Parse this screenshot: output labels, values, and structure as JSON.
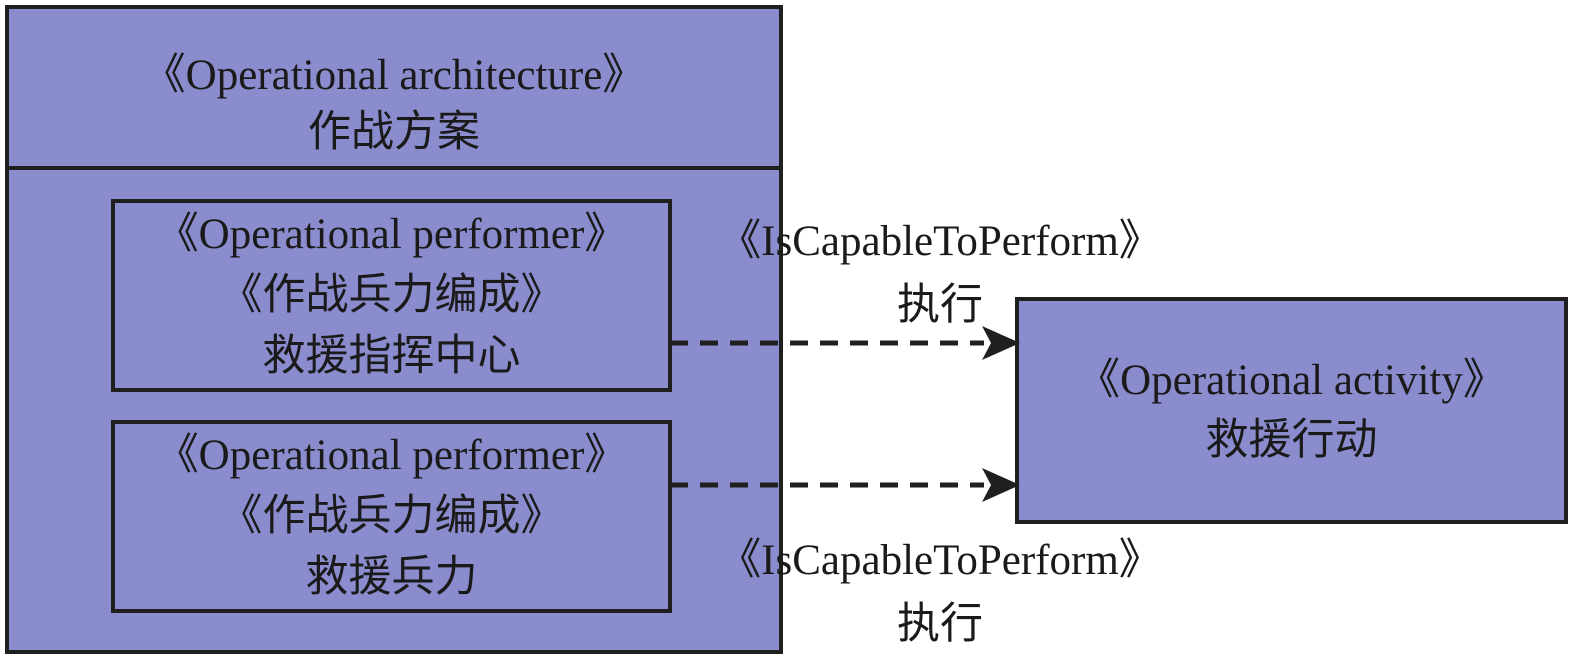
{
  "diagram": {
    "type": "operational-architecture-diagram",
    "colors": {
      "node_fill": "#8a8ccd",
      "stroke": "#1f1f1f",
      "background": "#ffffff",
      "text": "#1a1a1a"
    },
    "architecture": {
      "stereotype": "《Operational architecture》",
      "name": "作战方案"
    },
    "performers": [
      {
        "stereotype": "《Operational performer》",
        "stereotype2": "《作战兵力编成》",
        "name": "救援指挥中心"
      },
      {
        "stereotype": "《Operational performer》",
        "stereotype2": "《作战兵力编成》",
        "name": "救援兵力"
      }
    ],
    "activity": {
      "stereotype": "《Operational activity》",
      "name": "救援行动"
    },
    "connectors": [
      {
        "stereotype": "《IsCapableToPerform》",
        "name": "执行",
        "line_style": "dashed",
        "direction": "right"
      },
      {
        "stereotype": "《IsCapableToPerform》",
        "name": "执行",
        "line_style": "dashed",
        "direction": "right"
      }
    ]
  }
}
